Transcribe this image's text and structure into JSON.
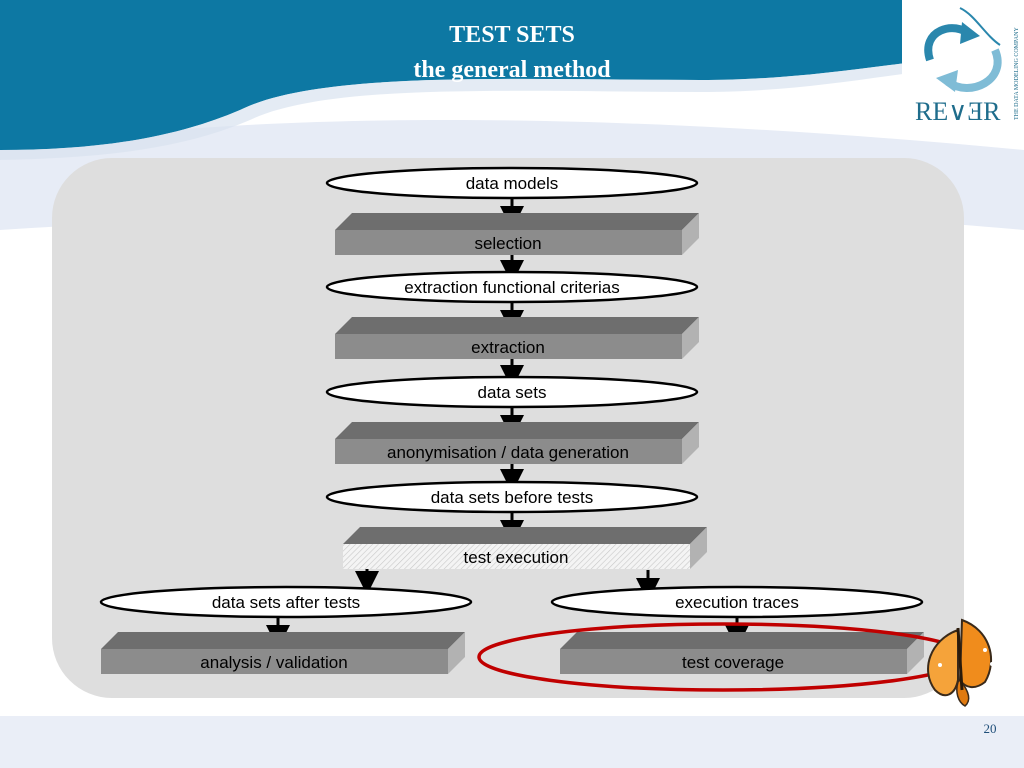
{
  "slide": {
    "title": "TEST SETS",
    "subtitle": "the general method",
    "page_number": "20"
  },
  "logo": {
    "wordmark": "RE∨ƎR",
    "tagline": "THE DATA MODELING COMPANY"
  },
  "diagram": {
    "data_models": "data models",
    "selection": "selection",
    "extraction_criterias": "extraction functional criterias",
    "extraction": "extraction",
    "data_sets": "data sets",
    "anonymisation": "anonymisation / data generation",
    "data_sets_before": "data sets before tests",
    "test_execution": "test execution",
    "data_sets_after": "data sets after tests",
    "execution_traces": "execution traces",
    "analysis": "analysis / validation",
    "test_coverage": "test coverage"
  },
  "colors": {
    "header_blue": "#0d78a3",
    "panel_gray": "#dedede",
    "process_gray": "#8c8c8c",
    "highlight_red": "#c00000"
  },
  "icons": [
    "recycle-arrows-logo-icon",
    "butterfly-icon"
  ]
}
